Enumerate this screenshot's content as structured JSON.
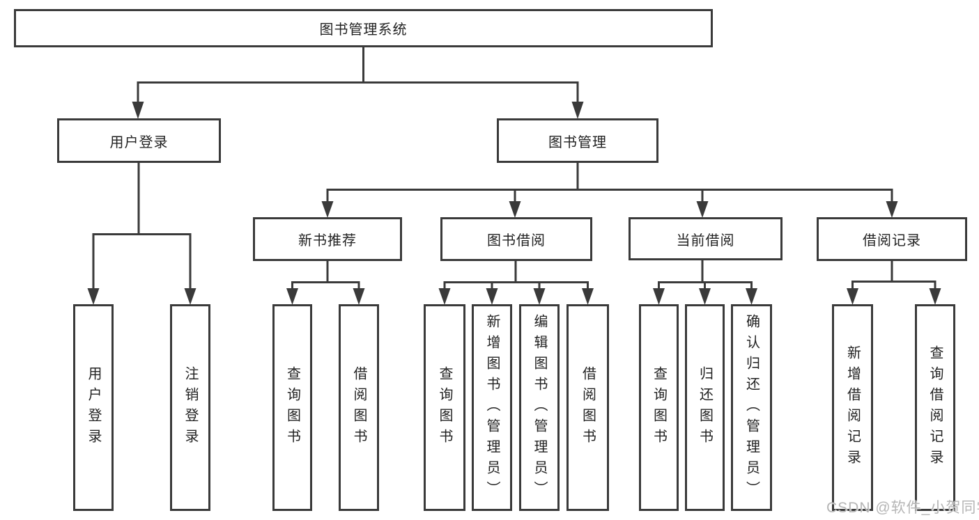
{
  "colors": {
    "line": "#3a3a3a",
    "box_border": "#3a3a3a",
    "box_fill": "#ffffff",
    "text": "#222222",
    "watermark": "#b5b5b5",
    "background": "#ffffff"
  },
  "watermark": {
    "text": "CSDN @软件_小贺同学"
  },
  "nodes": {
    "root": {
      "label": "图书管理系统"
    },
    "user_login": {
      "label": "用户登录"
    },
    "book_mgmt": {
      "label": "图书管理"
    },
    "new_book_rec": {
      "label": "新书推荐"
    },
    "book_borrow": {
      "label": "图书借阅"
    },
    "current_borrow": {
      "label": "当前借阅"
    },
    "borrow_records": {
      "label": "借阅记录"
    },
    "leaf_login": {
      "label": "用户登录"
    },
    "leaf_logout": {
      "label": "注销登录"
    },
    "leaf_nbr_query": {
      "label": "查询图书"
    },
    "leaf_nbr_borrow": {
      "label": "借阅图书"
    },
    "leaf_bb_query": {
      "label": "查询图书"
    },
    "leaf_bb_add": {
      "label": "新增图书（管理员）"
    },
    "leaf_bb_edit": {
      "label": "编辑图书（管理员）"
    },
    "leaf_bb_borrow": {
      "label": "借阅图书"
    },
    "leaf_cb_query": {
      "label": "查询图书"
    },
    "leaf_cb_return": {
      "label": "归还图书"
    },
    "leaf_cb_confirm": {
      "label": "确认归还（管理员）"
    },
    "leaf_br_add": {
      "label": "新增借阅记录"
    },
    "leaf_br_query": {
      "label": "查询借阅记录"
    }
  },
  "hierarchy": {
    "图书管理系统": {
      "用户登录": [
        "用户登录",
        "注销登录"
      ],
      "图书管理": {
        "新书推荐": [
          "查询图书",
          "借阅图书"
        ],
        "图书借阅": [
          "查询图书",
          "新增图书（管理员）",
          "编辑图书（管理员）",
          "借阅图书"
        ],
        "当前借阅": [
          "查询图书",
          "归还图书",
          "确认归还（管理员）"
        ],
        "借阅记录": [
          "新增借阅记录",
          "查询借阅记录"
        ]
      }
    }
  }
}
